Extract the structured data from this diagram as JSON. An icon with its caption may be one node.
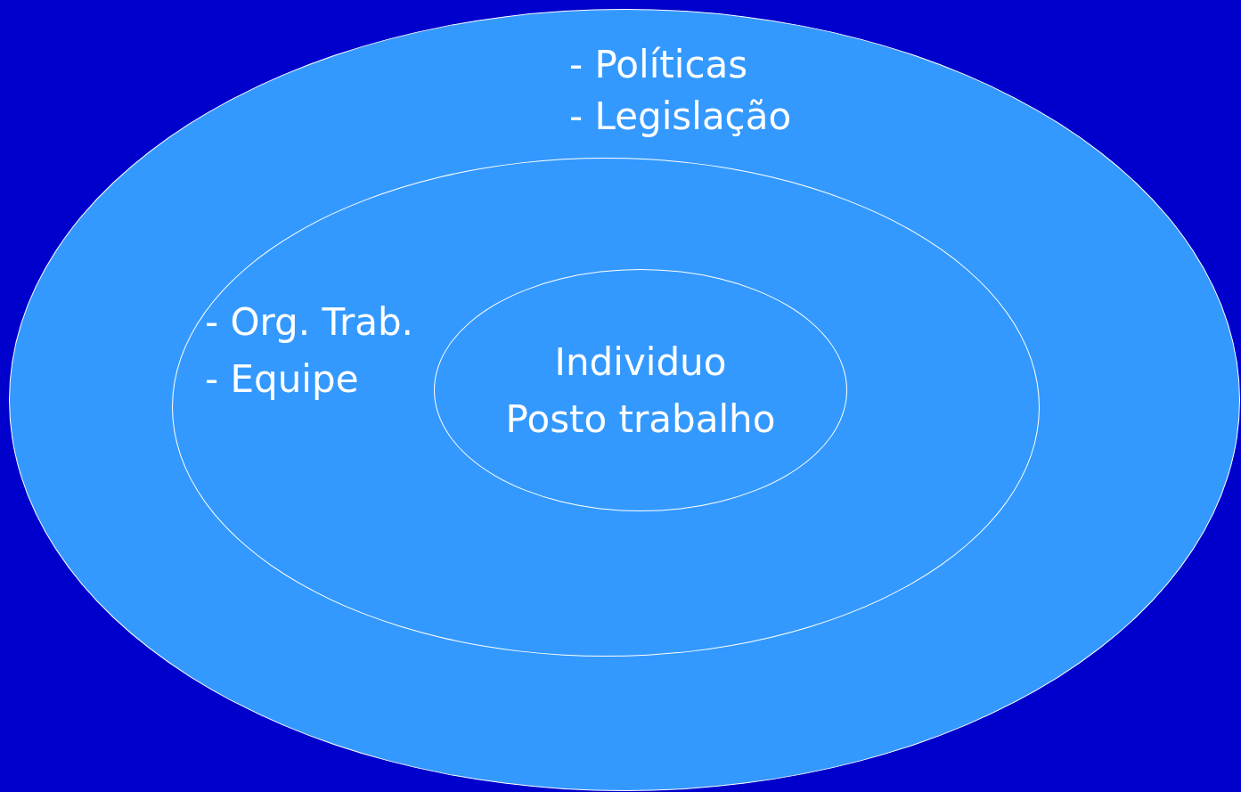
{
  "diagram": {
    "nodes": [
      {
        "text": [
          "- Políticas",
          "- Legislação"
        ]
      },
      {
        "text": [
          "- Org. Trab.",
          "- Equipe"
        ],
        "in": 0
      },
      {
        "text": [
          "Individuo",
          "Posto trabalho"
        ],
        "in": 1
      }
    ]
  }
}
